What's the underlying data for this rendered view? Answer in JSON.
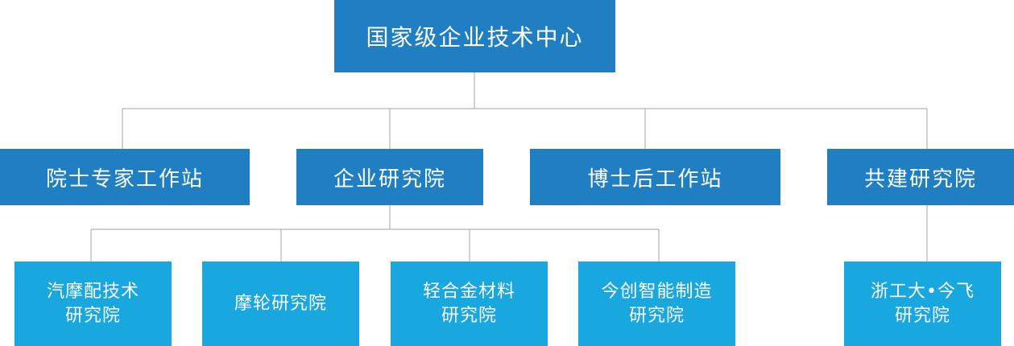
{
  "root": {
    "label": "国家级企业技术中心"
  },
  "level2": [
    {
      "label": "院士专家工作站"
    },
    {
      "label": "企业研究院"
    },
    {
      "label": "博士后工作站"
    },
    {
      "label": "共建研究院"
    }
  ],
  "research_units": [
    {
      "label": "汽摩配技术\n研究院"
    },
    {
      "label": "摩轮研究院"
    },
    {
      "label": "轻合金材料\n研究院"
    },
    {
      "label": "今创智能制造\n研究院"
    }
  ],
  "joint_units": [
    {
      "label": "浙工大•今飞\n研究院"
    }
  ],
  "colors": {
    "dark_box": "#1f7fc2",
    "light_box": "#18a7df",
    "connector": "#b3b3b3"
  }
}
